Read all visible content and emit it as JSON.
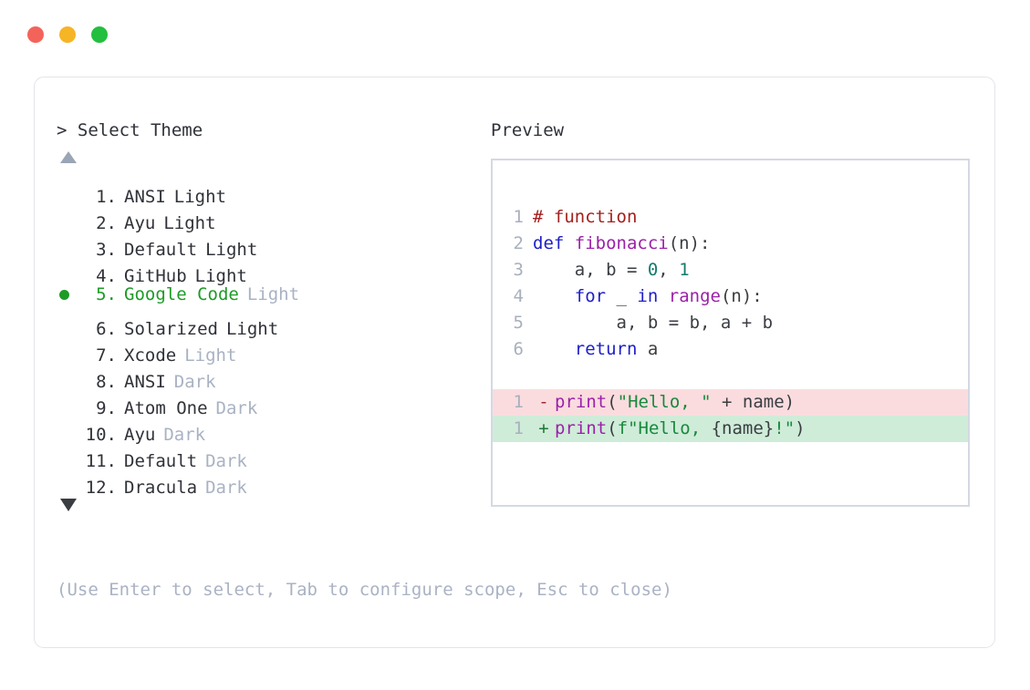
{
  "window": {
    "traffic_lights": [
      {
        "name": "close",
        "color": "#f4635a"
      },
      {
        "name": "minimize",
        "color": "#f5b525"
      },
      {
        "name": "zoom",
        "color": "#23bf3f"
      }
    ]
  },
  "left": {
    "prompt": "> Select Theme",
    "scroll_up_icon": "triangle-up-icon",
    "scroll_down_icon": "triangle-down-icon",
    "themes": [
      {
        "index": "1.",
        "name": "ANSI",
        "variant": "Light",
        "selected": false,
        "dim_variant": false
      },
      {
        "index": "2.",
        "name": "Ayu",
        "variant": "Light",
        "selected": false,
        "dim_variant": false
      },
      {
        "index": "3.",
        "name": "Default",
        "variant": "Light",
        "selected": false,
        "dim_variant": false
      },
      {
        "index": "4.",
        "name": "GitHub",
        "variant": "Light",
        "selected": false,
        "dim_variant": false
      },
      {
        "index": "5.",
        "name": "Google Code",
        "variant": "Light",
        "selected": true,
        "dim_variant": true
      },
      {
        "index": "6.",
        "name": "Solarized",
        "variant": "Light",
        "selected": false,
        "dim_variant": false
      },
      {
        "index": "7.",
        "name": "Xcode",
        "variant": "Light",
        "selected": false,
        "dim_variant": true
      },
      {
        "index": "8.",
        "name": "ANSI",
        "variant": "Dark",
        "selected": false,
        "dim_variant": true
      },
      {
        "index": "9.",
        "name": "Atom One",
        "variant": "Dark",
        "selected": false,
        "dim_variant": true
      },
      {
        "index": "10.",
        "name": "Ayu",
        "variant": "Dark",
        "selected": false,
        "dim_variant": true
      },
      {
        "index": "11.",
        "name": "Default",
        "variant": "Dark",
        "selected": false,
        "dim_variant": true
      },
      {
        "index": "12.",
        "name": "Dracula",
        "variant": "Dark",
        "selected": false,
        "dim_variant": true
      }
    ],
    "hint": "(Use Enter to select, Tab to configure scope, Esc to close)"
  },
  "right": {
    "title": "Preview",
    "code_lines": [
      {
        "no": "1",
        "tokens": [
          {
            "t": "# function",
            "c": "tok-comment"
          }
        ]
      },
      {
        "no": "2",
        "tokens": [
          {
            "t": "def ",
            "c": "tok-keyword"
          },
          {
            "t": "fibonacci",
            "c": "tok-func"
          },
          {
            "t": "(n):",
            "c": "tok-plain"
          }
        ]
      },
      {
        "no": "3",
        "tokens": [
          {
            "t": "    a, b = ",
            "c": "tok-plain"
          },
          {
            "t": "0",
            "c": "tok-number"
          },
          {
            "t": ", ",
            "c": "tok-plain"
          },
          {
            "t": "1",
            "c": "tok-number"
          }
        ]
      },
      {
        "no": "4",
        "tokens": [
          {
            "t": "    ",
            "c": "tok-plain"
          },
          {
            "t": "for",
            "c": "tok-keyword"
          },
          {
            "t": " _ ",
            "c": "tok-plain"
          },
          {
            "t": "in",
            "c": "tok-keyword"
          },
          {
            "t": " ",
            "c": "tok-plain"
          },
          {
            "t": "range",
            "c": "tok-builtin"
          },
          {
            "t": "(n):",
            "c": "tok-plain"
          }
        ]
      },
      {
        "no": "5",
        "tokens": [
          {
            "t": "        a, b = b, a + b",
            "c": "tok-plain"
          }
        ]
      },
      {
        "no": "6",
        "tokens": [
          {
            "t": "    ",
            "c": "tok-plain"
          },
          {
            "t": "return",
            "c": "tok-keyword"
          },
          {
            "t": " a",
            "c": "tok-plain"
          }
        ]
      }
    ],
    "diff_lines": [
      {
        "no": "1",
        "marker": "-",
        "kind": "del",
        "tokens": [
          {
            "t": "print",
            "c": "tok-func"
          },
          {
            "t": "(",
            "c": "tok-plain"
          },
          {
            "t": "\"Hello, \"",
            "c": "tok-string"
          },
          {
            "t": " + name)",
            "c": "tok-plain"
          }
        ]
      },
      {
        "no": "1",
        "marker": "+",
        "kind": "add",
        "tokens": [
          {
            "t": "print",
            "c": "tok-func"
          },
          {
            "t": "(",
            "c": "tok-plain"
          },
          {
            "t": "f\"Hello, ",
            "c": "tok-string"
          },
          {
            "t": "{name}",
            "c": "tok-plain"
          },
          {
            "t": "!\"",
            "c": "tok-string"
          },
          {
            "t": ")",
            "c": "tok-plain"
          }
        ]
      }
    ]
  }
}
